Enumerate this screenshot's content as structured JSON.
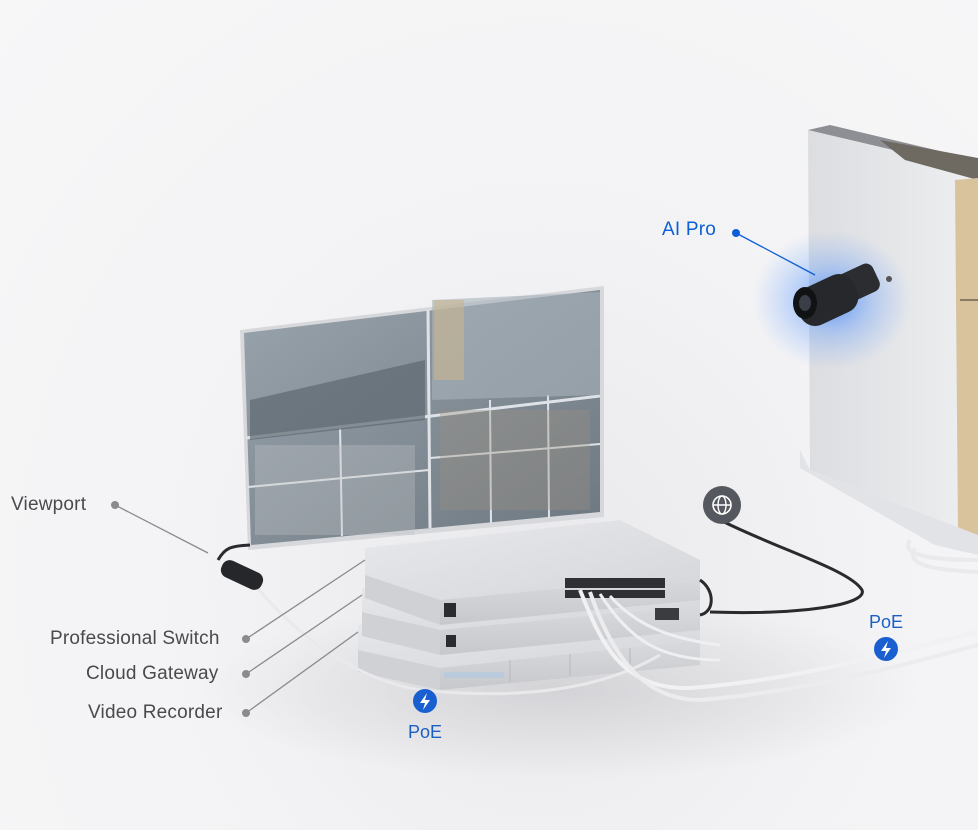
{
  "labels": {
    "camera": "AI Pro",
    "viewport": "Viewport",
    "switch": "Professional Switch",
    "gateway": "Cloud Gateway",
    "recorder": "Video Recorder"
  },
  "poe": {
    "left": "PoE",
    "right": "PoE"
  },
  "icons": {
    "internet": "globe-icon",
    "poe": "lightning-bolt-icon"
  },
  "colors": {
    "accent": "#0b5fd6",
    "poe_badge": "#1a5fd0",
    "label": "#4a4a4e"
  }
}
